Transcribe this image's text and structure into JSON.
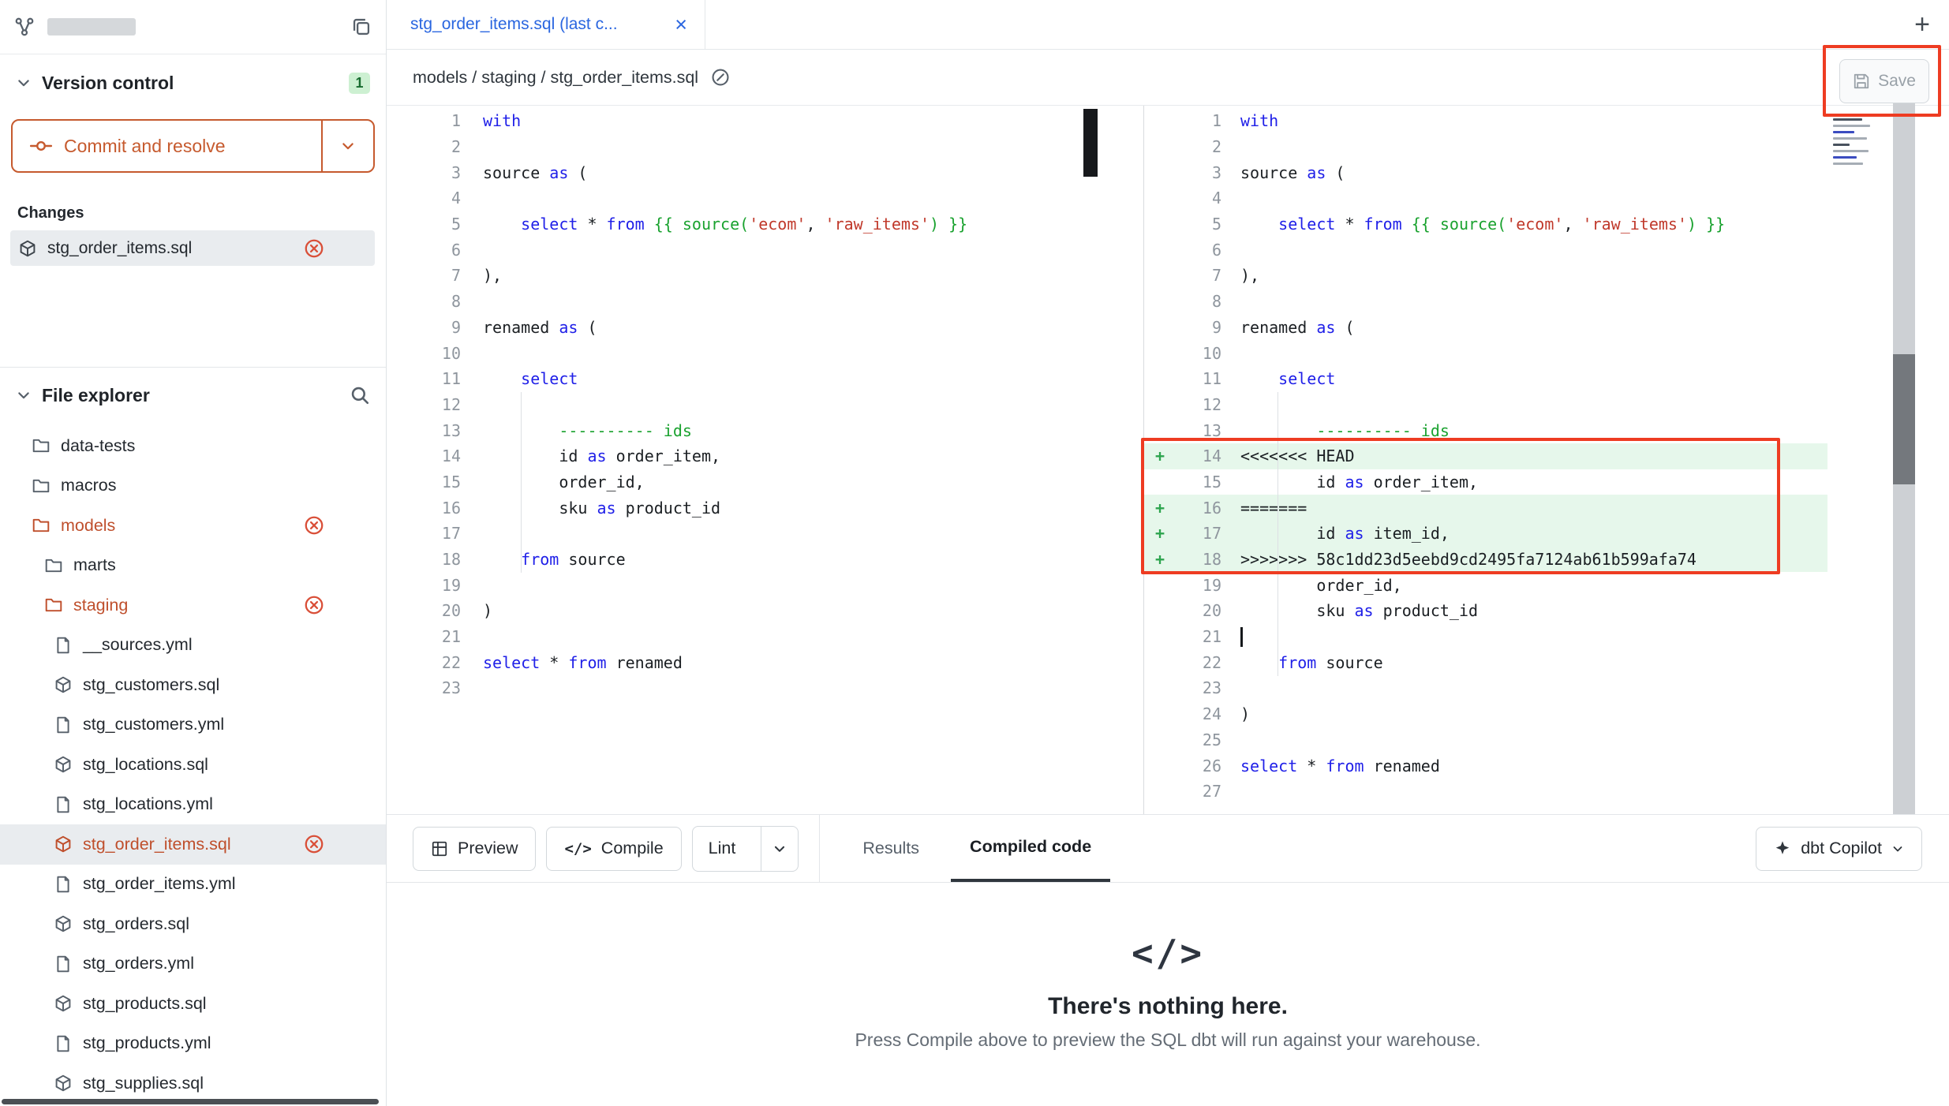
{
  "sidebar": {
    "version_control": {
      "title": "Version control",
      "badge": "1",
      "commit_button_label": "Commit and resolve",
      "changes_label": "Changes",
      "changed_files": [
        {
          "name": "stg_order_items.sql",
          "icon": "model"
        }
      ]
    },
    "file_explorer": {
      "title": "File explorer",
      "tree": [
        {
          "label": "data-tests",
          "icon": "folder",
          "level": 1
        },
        {
          "label": "macros",
          "icon": "folder",
          "level": 1
        },
        {
          "label": "models",
          "icon": "folder",
          "level": 1,
          "modified": true
        },
        {
          "label": "marts",
          "icon": "folder",
          "level": 2
        },
        {
          "label": "staging",
          "icon": "folder",
          "level": 2,
          "modified": true
        },
        {
          "label": "__sources.yml",
          "icon": "file",
          "level": 3
        },
        {
          "label": "stg_customers.sql",
          "icon": "model",
          "level": 3
        },
        {
          "label": "stg_customers.yml",
          "icon": "file",
          "level": 3
        },
        {
          "label": "stg_locations.sql",
          "icon": "model",
          "level": 3
        },
        {
          "label": "stg_locations.yml",
          "icon": "file",
          "level": 3
        },
        {
          "label": "stg_order_items.sql",
          "icon": "model",
          "level": 3,
          "modified": true,
          "selected": true
        },
        {
          "label": "stg_order_items.yml",
          "icon": "file",
          "level": 3
        },
        {
          "label": "stg_orders.sql",
          "icon": "model",
          "level": 3
        },
        {
          "label": "stg_orders.yml",
          "icon": "file",
          "level": 3
        },
        {
          "label": "stg_products.sql",
          "icon": "model",
          "level": 3
        },
        {
          "label": "stg_products.yml",
          "icon": "file",
          "level": 3
        },
        {
          "label": "stg_supplies.sql",
          "icon": "model",
          "level": 3
        }
      ]
    }
  },
  "header": {
    "tab_label": "stg_order_items.sql (last c...",
    "tab_close": "×",
    "new_tab": "+",
    "breadcrumb": "models / staging / stg_order_items.sql",
    "save_label": "Save"
  },
  "editors": {
    "left": {
      "lines": [
        {
          "t": [
            [
              "k",
              "with"
            ]
          ]
        },
        {
          "t": []
        },
        {
          "t": [
            [
              "p",
              "source "
            ],
            [
              "k",
              "as"
            ],
            [
              "p",
              " ("
            ]
          ]
        },
        {
          "t": []
        },
        {
          "t": [
            [
              "p",
              "    "
            ],
            [
              "k",
              "select"
            ],
            [
              "p",
              " * "
            ],
            [
              "k",
              "from"
            ],
            [
              "p",
              " "
            ],
            [
              "j",
              "{{ source("
            ],
            [
              "s",
              "'ecom'"
            ],
            [
              "p",
              ", "
            ],
            [
              "s",
              "'raw_items'"
            ],
            [
              "j",
              ") }}"
            ]
          ]
        },
        {
          "t": []
        },
        {
          "t": [
            [
              "p",
              "),"
            ]
          ]
        },
        {
          "t": []
        },
        {
          "t": [
            [
              "p",
              "renamed "
            ],
            [
              "k",
              "as"
            ],
            [
              "p",
              " ("
            ]
          ]
        },
        {
          "t": []
        },
        {
          "t": [
            [
              "p",
              "    "
            ],
            [
              "k",
              "select"
            ]
          ]
        },
        {
          "t": []
        },
        {
          "t": [
            [
              "c",
              "        ---------- ids"
            ]
          ]
        },
        {
          "t": [
            [
              "p",
              "        id "
            ],
            [
              "k",
              "as"
            ],
            [
              "p",
              " order_item,"
            ]
          ]
        },
        {
          "t": [
            [
              "p",
              "        order_id,"
            ]
          ]
        },
        {
          "t": [
            [
              "p",
              "        sku "
            ],
            [
              "k",
              "as"
            ],
            [
              "p",
              " product_id"
            ]
          ]
        },
        {
          "t": []
        },
        {
          "t": [
            [
              "p",
              "    "
            ],
            [
              "k",
              "from"
            ],
            [
              "p",
              " source"
            ]
          ]
        },
        {
          "t": []
        },
        {
          "t": [
            [
              "p",
              ")"
            ]
          ]
        },
        {
          "t": []
        },
        {
          "t": [
            [
              "k",
              "select"
            ],
            [
              "p",
              " * "
            ],
            [
              "k",
              "from"
            ],
            [
              "p",
              " renamed"
            ]
          ]
        },
        {
          "t": []
        }
      ]
    },
    "right": {
      "lines": [
        {
          "t": [
            [
              "k",
              "with"
            ]
          ]
        },
        {
          "t": []
        },
        {
          "t": [
            [
              "p",
              "source "
            ],
            [
              "k",
              "as"
            ],
            [
              "p",
              " ("
            ]
          ]
        },
        {
          "t": []
        },
        {
          "t": [
            [
              "p",
              "    "
            ],
            [
              "k",
              "select"
            ],
            [
              "p",
              " * "
            ],
            [
              "k",
              "from"
            ],
            [
              "p",
              " "
            ],
            [
              "j",
              "{{ source("
            ],
            [
              "s",
              "'ecom'"
            ],
            [
              "p",
              ", "
            ],
            [
              "s",
              "'raw_items'"
            ],
            [
              "j",
              ") }}"
            ]
          ]
        },
        {
          "t": []
        },
        {
          "t": [
            [
              "p",
              "),"
            ]
          ]
        },
        {
          "t": []
        },
        {
          "t": [
            [
              "p",
              "renamed "
            ],
            [
              "k",
              "as"
            ],
            [
              "p",
              " ("
            ]
          ]
        },
        {
          "t": []
        },
        {
          "t": [
            [
              "p",
              "    "
            ],
            [
              "k",
              "select"
            ]
          ]
        },
        {
          "t": []
        },
        {
          "t": [
            [
              "c",
              "        ---------- ids"
            ]
          ]
        },
        {
          "add": true,
          "t": [
            [
              "p",
              "<<<<<<< HEAD"
            ]
          ]
        },
        {
          "t": [
            [
              "p",
              "        id "
            ],
            [
              "k",
              "as"
            ],
            [
              "p",
              " order_item,"
            ]
          ]
        },
        {
          "add": true,
          "t": [
            [
              "p",
              "======="
            ]
          ]
        },
        {
          "add": true,
          "t": [
            [
              "p",
              "        id "
            ],
            [
              "k",
              "as"
            ],
            [
              "p",
              " item_id,"
            ]
          ]
        },
        {
          "add": true,
          "t": [
            [
              "p",
              ">>>>>>> 58c1dd23d5eebd9cd2495fa7124ab61b599afa74"
            ]
          ]
        },
        {
          "t": [
            [
              "p",
              "        order_id,"
            ]
          ]
        },
        {
          "t": [
            [
              "p",
              "        sku "
            ],
            [
              "k",
              "as"
            ],
            [
              "p",
              " product_id"
            ]
          ]
        },
        {
          "cursor": true,
          "t": []
        },
        {
          "t": [
            [
              "p",
              "    "
            ],
            [
              "k",
              "from"
            ],
            [
              "p",
              " source"
            ]
          ]
        },
        {
          "t": []
        },
        {
          "t": [
            [
              "p",
              ")"
            ]
          ]
        },
        {
          "t": []
        },
        {
          "t": [
            [
              "k",
              "select"
            ],
            [
              "p",
              " * "
            ],
            [
              "k",
              "from"
            ],
            [
              "p",
              " renamed"
            ]
          ]
        },
        {
          "t": []
        }
      ]
    }
  },
  "toolbar": {
    "preview_label": "Preview",
    "compile_label": "Compile",
    "compile_icon": "</>",
    "lint_label": "Lint",
    "result_tabs": [
      {
        "label": "Results",
        "active": false
      },
      {
        "label": "Compiled code",
        "active": true
      }
    ],
    "copilot_label": "dbt Copilot"
  },
  "empty_state": {
    "icon": "</>",
    "title": "There's nothing here.",
    "subtitle": "Press Compile above to preview the SQL dbt will run against your warehouse."
  },
  "colors": {
    "accent_orange": "#c65a2e",
    "modified_orange": "#bf4f2c",
    "annotation_red": "#ee3c22",
    "added_line_bg": "#e6f7eb",
    "added_marker_green": "#2da44e",
    "keyword_blue": "#2020e8",
    "string_red": "#c0392b",
    "jinja_comment_green": "#1aa22f",
    "tab_blue": "#2a66e0",
    "badge_green_bg": "#cdf0d2"
  }
}
